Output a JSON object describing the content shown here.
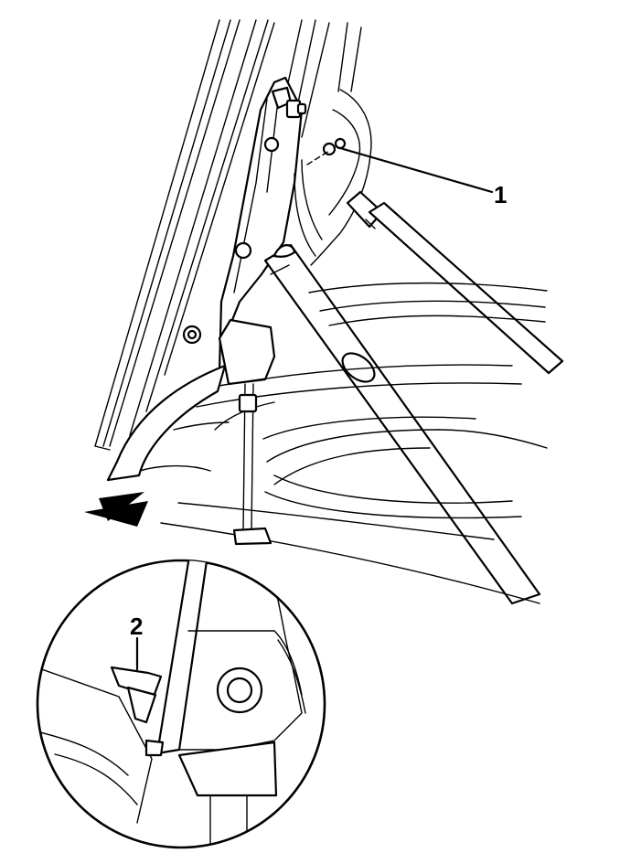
{
  "callouts": [
    {
      "id": "1",
      "label": "1"
    },
    {
      "id": "2",
      "label": "2"
    }
  ],
  "colors": {
    "line": "#000000",
    "background": "#ffffff"
  },
  "icons": {
    "direction_arrow": "curved-arrow-icon"
  }
}
